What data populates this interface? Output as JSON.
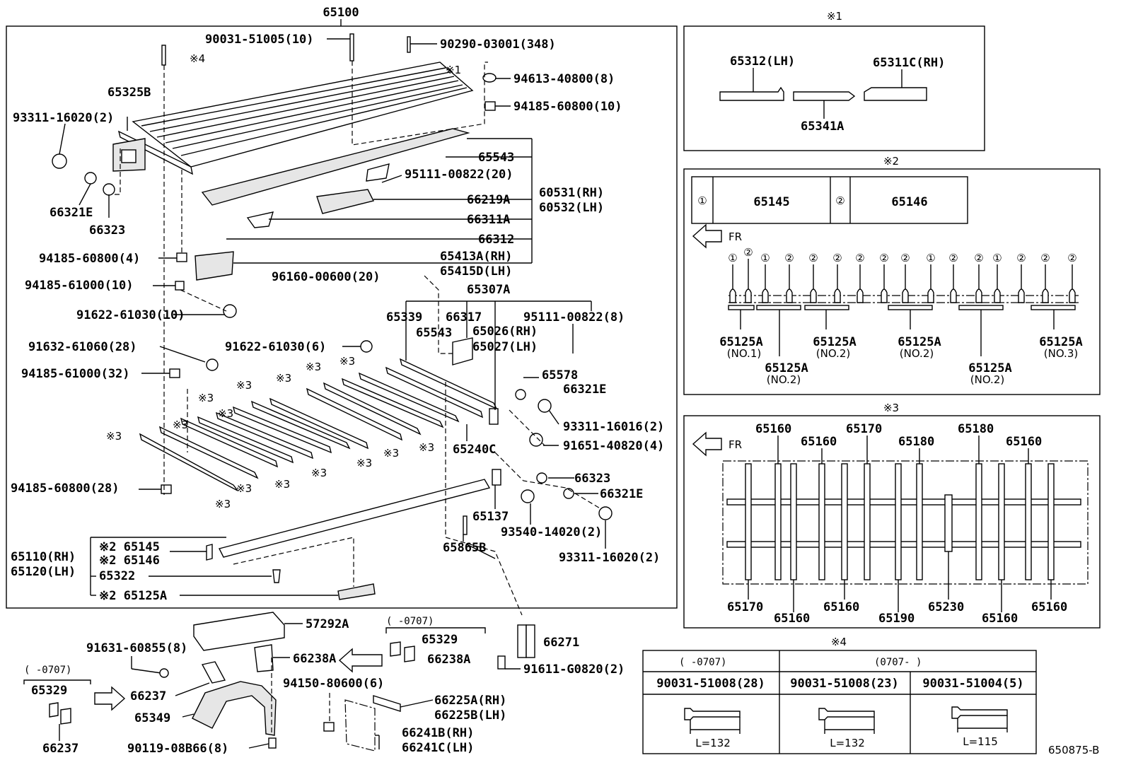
{
  "main": {
    "title": "65100",
    "labels": [
      "90031-51005(10)",
      "90290-03001(348)",
      "※4",
      "※1",
      "94613-40800(8)",
      "94185-60800(10)",
      "65325B",
      "93311-16020(2)",
      "65543",
      "95111-00822(20)",
      "66219A",
      "60531(RH)",
      "60532(LH)",
      "66321E",
      "66323",
      "66311A",
      "66312",
      "94185-60800(4)",
      "65413A(RH)",
      "65415D(LH)",
      "96160-00600(20)",
      "94185-61000(10)",
      "65307A",
      "91622-61030(10)",
      "65339",
      "66317",
      "95111-00822(8)",
      "65543",
      "65026(RH)",
      "65027(LH)",
      "91632-61060(28)",
      "91622-61030(6)",
      "94185-61000(32)",
      "65578",
      "66321E",
      "93311-16016(2)",
      "65240C",
      "91651-40820(4)",
      "94185-60800(28)",
      "66323",
      "66321E",
      "65137",
      "93540-14020(2)",
      "65865B",
      "93311-16020(2)",
      "65110(RH)",
      "65120(LH)",
      "※2 65145",
      "※2 65146",
      "65322",
      "※2 65125A"
    ],
    "mark3": "※3"
  },
  "lower": {
    "labels": [
      "57292A",
      "91631-60855(8)",
      "66238A",
      "(    -0707)",
      "65329",
      "66238A",
      "66237",
      "65349",
      "90119-08B66(8)",
      "94150-80600(6)",
      "66225A(RH)",
      "66225B(LH)",
      "66241B(RH)",
      "66241C(LH)",
      "66271",
      "91611-G0820(2)",
      "(    -0707)",
      "65329",
      "66237"
    ]
  },
  "panel1": {
    "mark": "※1",
    "labels": [
      "65312(LH)",
      "65311C(RH)",
      "65341A"
    ]
  },
  "panel2": {
    "mark": "※2",
    "legend": [
      {
        "num": "①",
        "part": "65145"
      },
      {
        "num": "②",
        "part": "65146"
      }
    ],
    "fr": "FR",
    "sequence": [
      "①",
      "②",
      "①",
      "②",
      "②",
      "②",
      "②",
      "②",
      "②",
      "①",
      "②",
      "②",
      "①",
      "②",
      "②",
      "②"
    ],
    "labels": [
      {
        "part": "65125A",
        "sub": "(NO.1)"
      },
      {
        "part": "65125A",
        "sub": "(NO.2)"
      },
      {
        "part": "65125A",
        "sub": "(NO.2)"
      },
      {
        "part": "65125A",
        "sub": "(NO.2)"
      },
      {
        "part": "65125A",
        "sub": "(NO.2)"
      },
      {
        "part": "65125A",
        "sub": "(NO.3)"
      }
    ]
  },
  "panel3": {
    "mark": "※3",
    "fr": "FR",
    "top_labels": [
      "65160",
      "65160",
      "65170",
      "65180",
      "65180",
      "65160"
    ],
    "bottom_labels": [
      "65170",
      "65160",
      "65160",
      "65190",
      "65230",
      "65160",
      "65160"
    ]
  },
  "panel4": {
    "mark": "※4",
    "headers": [
      "(    -0707)",
      "(0707-    )"
    ],
    "parts": [
      "90031-51008(28)",
      "90031-51008(23)",
      "90031-51004(5)"
    ],
    "lengths": [
      "L=132",
      "L=132",
      "L=115"
    ]
  },
  "footer": {
    "code": "650875-B"
  }
}
